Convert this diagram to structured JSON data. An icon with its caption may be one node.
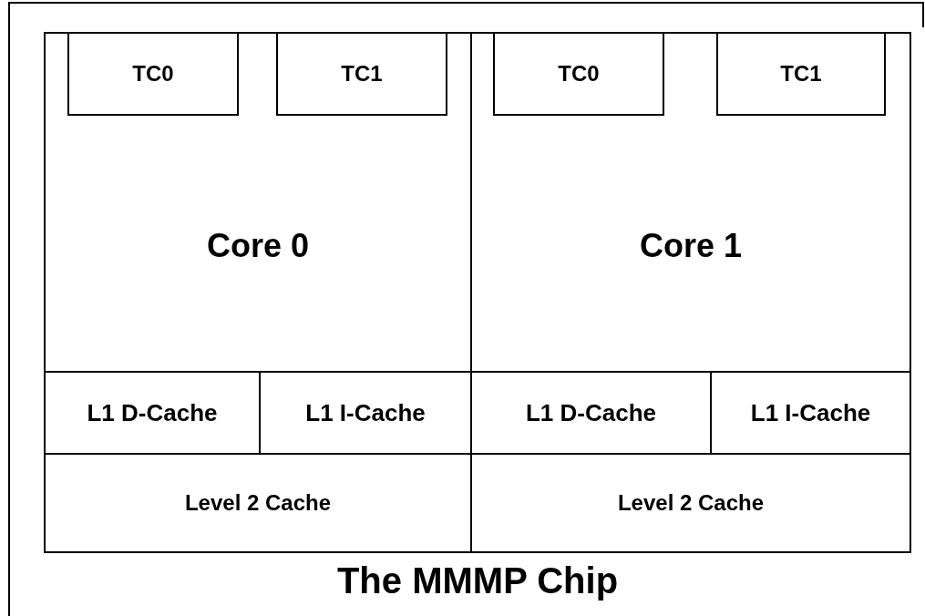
{
  "diagram": {
    "nodes": [
      {
        "text": [
          "The MMMP Chip"
        ]
      },
      {
        "text": [
          "Core 0"
        ],
        "in": 0
      },
      {
        "text": [
          "TC0"
        ],
        "in": 1
      },
      {
        "text": [
          "TC1"
        ],
        "in": 1
      },
      {
        "text": [
          "Core 1"
        ],
        "in": 0
      },
      {
        "text": [
          "TC0"
        ],
        "in": 4
      },
      {
        "text": [
          "TC1"
        ],
        "in": 4
      },
      {
        "text": [
          "L1 D-Cache"
        ],
        "in": 0
      },
      {
        "text": [
          "L1 I-Cache"
        ],
        "in": 0
      },
      {
        "text": [
          "L1 D-Cache"
        ],
        "in": 0
      },
      {
        "text": [
          "L1 I-Cache"
        ],
        "in": 0
      },
      {
        "text": [
          "Level 2 Cache"
        ],
        "in": 0
      },
      {
        "text": [
          "Level 2 Cache"
        ],
        "in": 0
      }
    ]
  }
}
